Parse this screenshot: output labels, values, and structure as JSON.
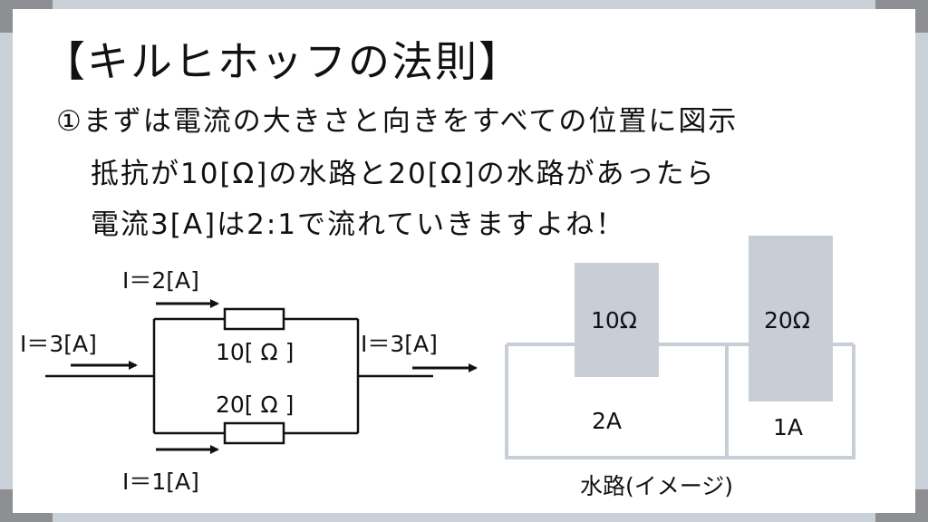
{
  "title": "【キルヒホッフの法則】",
  "lines": [
    "①まずは電流の大きさと向きをすべての位置に図示",
    "抵抗が10[Ω]の水路と20[Ω]の水路があったら",
    "電流3[A]は2:1で流れていきますよね！"
  ],
  "circuit": {
    "i_in": "I＝3[A]",
    "i_top": "I＝2[A]",
    "i_bottom": "I＝1[A]",
    "i_out": "I＝3[A]",
    "r_top": "10[ Ω ]",
    "r_bottom": "20[ Ω ]"
  },
  "waterway": {
    "left_block": "10Ω",
    "right_block": "20Ω",
    "left_flow": "2A",
    "right_flow": "1A",
    "caption": "水路(イメージ)"
  },
  "colors": {
    "block_fill": "#c7ced6",
    "frame": "#c7ced6",
    "background": "#c9d0d8",
    "corner": "#8d8f92"
  }
}
